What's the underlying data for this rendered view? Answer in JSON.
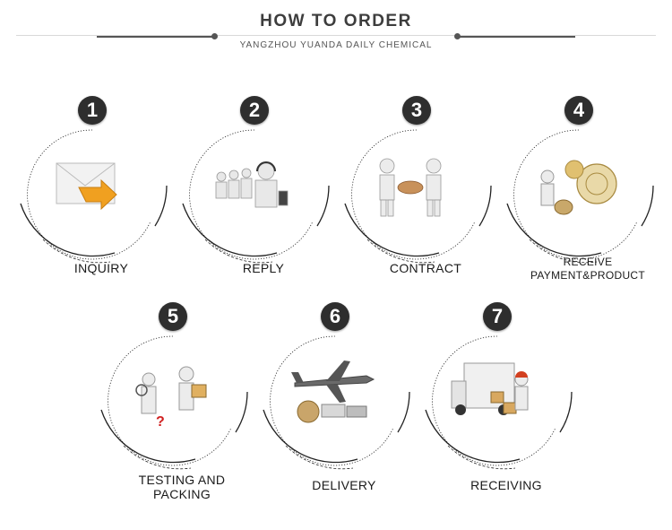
{
  "header": {
    "title": "HOW TO ORDER",
    "subtitle": "YANGZHOU YUANDA DAILY CHEMICAL"
  },
  "steps": [
    {
      "number": "1",
      "label": "INQUIRY",
      "icon": "envelope-icon"
    },
    {
      "number": "2",
      "label": "REPLY",
      "icon": "call-center-icon"
    },
    {
      "number": "3",
      "label": "CONTRACT",
      "icon": "handshake-icon"
    },
    {
      "number": "4",
      "label_line1": "RECEIVE",
      "label_line2": "PAYMENT&PRODUCT",
      "icon": "payment-icon"
    },
    {
      "number": "5",
      "label_line1": "TESTING AND",
      "label_line2": "PACKING",
      "icon": "testing-icon"
    },
    {
      "number": "6",
      "label": "DELIVERY",
      "icon": "airplane-icon"
    },
    {
      "number": "7",
      "label": "RECEIVING",
      "icon": "truck-icon"
    }
  ],
  "colors": {
    "badge": "#2e2e2e",
    "ring": "#222222",
    "accent_orange": "#f0a020"
  }
}
